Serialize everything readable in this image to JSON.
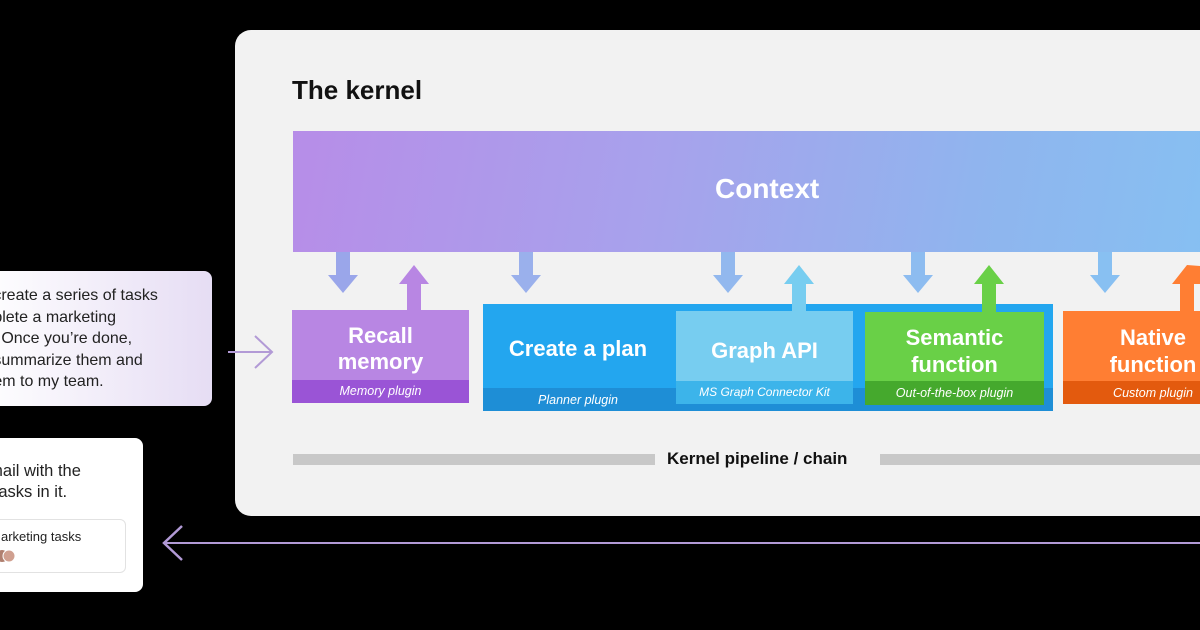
{
  "kernel": {
    "title": "The kernel",
    "context_label": "Context",
    "pipeline_label": "Kernel pipeline / chain"
  },
  "plugins": {
    "memory": {
      "title": "Recall\nmemory",
      "subtitle": "Memory plugin",
      "color": "#b886e3"
    },
    "planner": {
      "title": "Create a plan",
      "subtitle": "Planner plugin",
      "color": "#23a6ef"
    },
    "graph": {
      "title": "Graph API",
      "subtitle": "MS Graph Connector Kit",
      "color": "#77cdf0"
    },
    "semantic": {
      "title": "Semantic\nfunction",
      "subtitle": "Out-of-the-box plugin",
      "color": "#69d047"
    },
    "native": {
      "title": "Native\nfunction",
      "subtitle": "Custom plugin",
      "color": "#ff7e33"
    }
  },
  "request": {
    "text": "e create a series of tasks\nmplete a marketing\nct. Once you’re done,\ne summarize them and\n them to my team."
  },
  "response": {
    "text": "email with the\nd tasks in it.",
    "attachment_label": "arketing tasks"
  }
}
